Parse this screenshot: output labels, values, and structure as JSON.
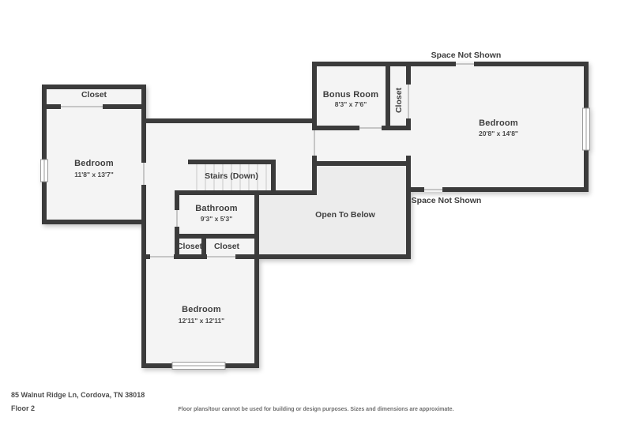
{
  "colors": {
    "wall": "#3b3b3b",
    "room_fill": "#f4f4f4",
    "open_to_below_fill": "#ececec",
    "door_marker": "#c6c6c6",
    "window_frame": "#9a9a9a",
    "label_text": "#3e3e3e",
    "footer_text": "#4d4d4d",
    "disclaimer_text": "#6e6e6e"
  },
  "rooms": {
    "closet_top_left": {
      "label": "Closet"
    },
    "bedroom_left": {
      "label": "Bedroom",
      "dims": "11'8\" x 13'7\""
    },
    "stairs": {
      "label": "Stairs (Down)"
    },
    "bathroom": {
      "label": "Bathroom",
      "dims": "9'3\" x 5'3\""
    },
    "closet_small_left": {
      "label": "Closet"
    },
    "closet_small_right": {
      "label": "Closet"
    },
    "bedroom_bottom": {
      "label": "Bedroom",
      "dims": "12'11\" x 12'11\""
    },
    "open_to_below": {
      "label": "Open To Below"
    },
    "bonus_room": {
      "label": "Bonus Room",
      "dims": "8'3\" x 7'6\""
    },
    "closet_vertical": {
      "label": "Closet"
    },
    "bedroom_right": {
      "label": "Bedroom",
      "dims": "20'8\" x 14'8\""
    },
    "space_not_shown_top": {
      "label": "Space Not Shown"
    },
    "space_not_shown_right": {
      "label": "Space Not Shown"
    }
  },
  "footer": {
    "address": "85 Walnut Ridge Ln, Cordova, TN 38018",
    "floor": "Floor 2",
    "disclaimer": "Floor plans/tour cannot be used for building or design purposes. Sizes and dimensions are approximate."
  }
}
